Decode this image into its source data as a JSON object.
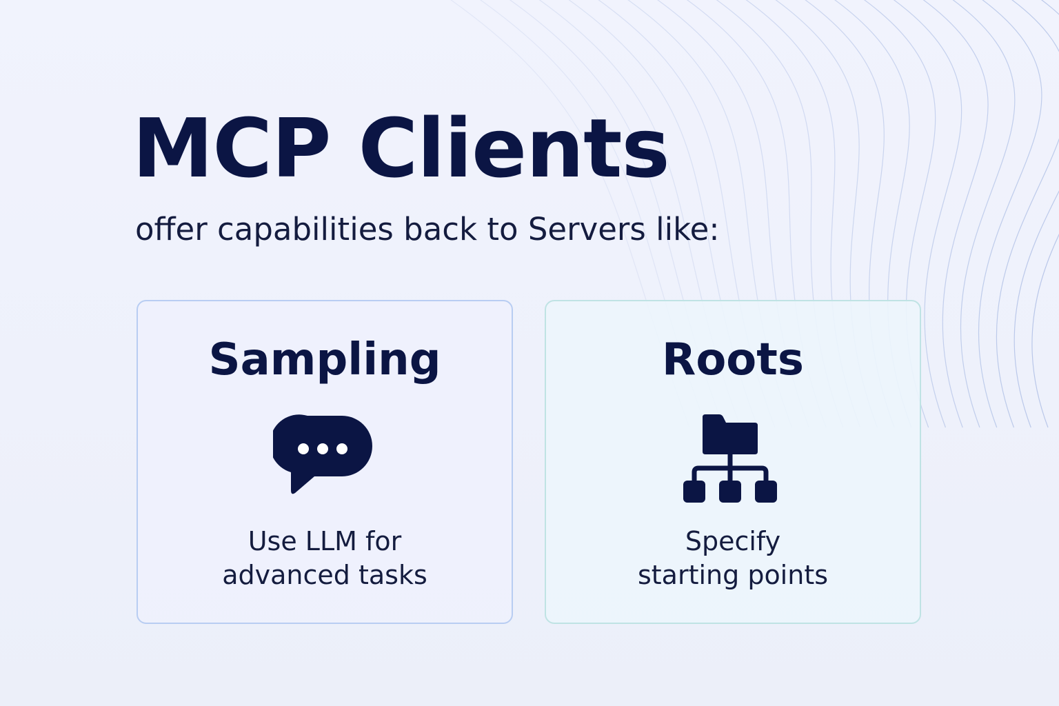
{
  "header": {
    "title": "MCP Clients",
    "subtitle": "offer capabilities back to Servers like:"
  },
  "cards": [
    {
      "title": "Sampling",
      "icon": "chat-bubble-icon",
      "description_lines": [
        "Use LLM for",
        "advanced tasks"
      ]
    },
    {
      "title": "Roots",
      "icon": "folder-tree-icon",
      "description_lines": [
        "Specify",
        "starting points"
      ]
    }
  ],
  "colors": {
    "text": "#0b1544",
    "background": "#f1f3fd",
    "card_left_border": "#b8cdf2",
    "card_right_border": "#bfe3e4",
    "accent_lines": "#9fb3e0"
  }
}
